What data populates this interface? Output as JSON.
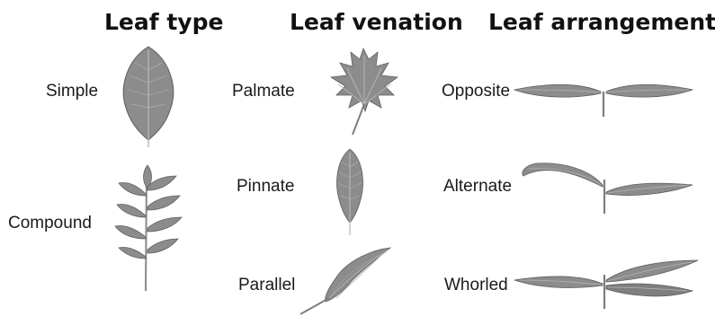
{
  "columns": {
    "leaf_type": {
      "title": "Leaf type",
      "items": [
        {
          "label": "Simple",
          "icon": "simple-leaf-icon"
        },
        {
          "label": "Compound",
          "icon": "compound-leaf-icon"
        }
      ]
    },
    "leaf_venation": {
      "title": "Leaf venation",
      "items": [
        {
          "label": "Palmate",
          "icon": "palmate-leaf-icon"
        },
        {
          "label": "Pinnate",
          "icon": "pinnate-leaf-icon"
        },
        {
          "label": "Parallel",
          "icon": "parallel-leaf-icon"
        }
      ]
    },
    "leaf_arrangement": {
      "title": "Leaf arrangement",
      "items": [
        {
          "label": "Opposite",
          "icon": "opposite-arrangement-icon"
        },
        {
          "label": "Alternate",
          "icon": "alternate-arrangement-icon"
        },
        {
          "label": "Whorled",
          "icon": "whorled-arrangement-icon"
        }
      ]
    }
  },
  "colors": {
    "leaf_fill": "#8c8c8c",
    "leaf_stroke": "#5e5e5e",
    "vein": "#b4b4b4"
  }
}
